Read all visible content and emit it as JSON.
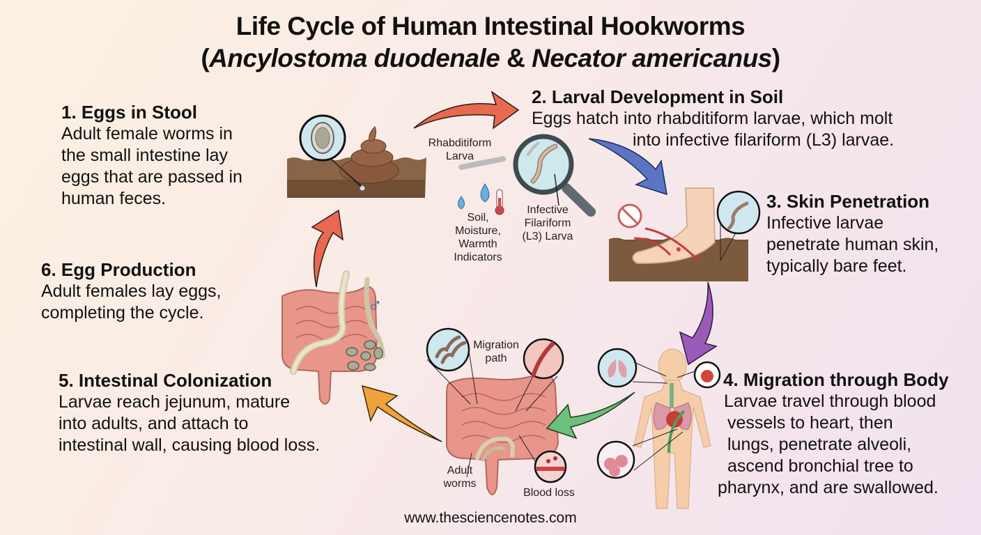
{
  "title": {
    "line1": "Life Cycle of Human Intestinal Hookworms",
    "open_paren": "(",
    "species1": "Ancylostoma duodenale",
    "amp": " & ",
    "species2": "Necator americanus",
    "close_paren": ")"
  },
  "steps": [
    {
      "number": 1,
      "heading": "1. Eggs in Stool",
      "lines": [
        "Adult female worms in",
        "the small intestine lay",
        "eggs that are passed in",
        "human feces."
      ]
    },
    {
      "number": 2,
      "heading": "2. Larval Development in Soil",
      "lines": [
        "Eggs hatch into rhabditiform larvae, which molt",
        "into infective filariform (L3) larvae."
      ]
    },
    {
      "number": 3,
      "heading": "3. Skin Penetration",
      "lines": [
        "Infective larvae",
        "penetrate human skin,",
        "typically bare feet."
      ]
    },
    {
      "number": 4,
      "heading": "4. Migration through Body",
      "lines": [
        "Larvae travel through blood",
        "vessels to heart, then",
        "lungs, penetrate alveoli,",
        "ascend bronchial tree to",
        "pharynx, and are swallowed."
      ]
    },
    {
      "number": 5,
      "heading": "5. Intestinal Colonization",
      "lines": [
        "Larvae reach jejunum, mature",
        "into adults, and attach to",
        "intestinal wall, causing blood loss."
      ]
    },
    {
      "number": 6,
      "heading": "6. Egg Production",
      "lines": [
        "Adult females lay eggs,",
        "completing the cycle."
      ]
    }
  ],
  "labels": {
    "rhabditiform": [
      "Rhabditiform",
      "Larva"
    ],
    "soil": [
      "Soil,",
      "Moisture,",
      "Warmth",
      "Indicators"
    ],
    "filariform": [
      "Infective",
      "Filariform",
      "(L3) Larva"
    ],
    "migration_path": [
      "Migration",
      "path"
    ],
    "adult_worms": [
      "Adult",
      "worms"
    ],
    "blood_loss": "Blood loss",
    "male_symbol": "♂"
  },
  "arrow_colors": {
    "step1_to_2": "#e8694f",
    "step2_to_3": "#5b74c4",
    "step3_to_4": "#9a5bb8",
    "step4_to_5": "#6cc07a",
    "step5_to_6": "#f0a23a",
    "step6_to_1": "#e8694f"
  },
  "footer": "www.thesciencenotes.com"
}
